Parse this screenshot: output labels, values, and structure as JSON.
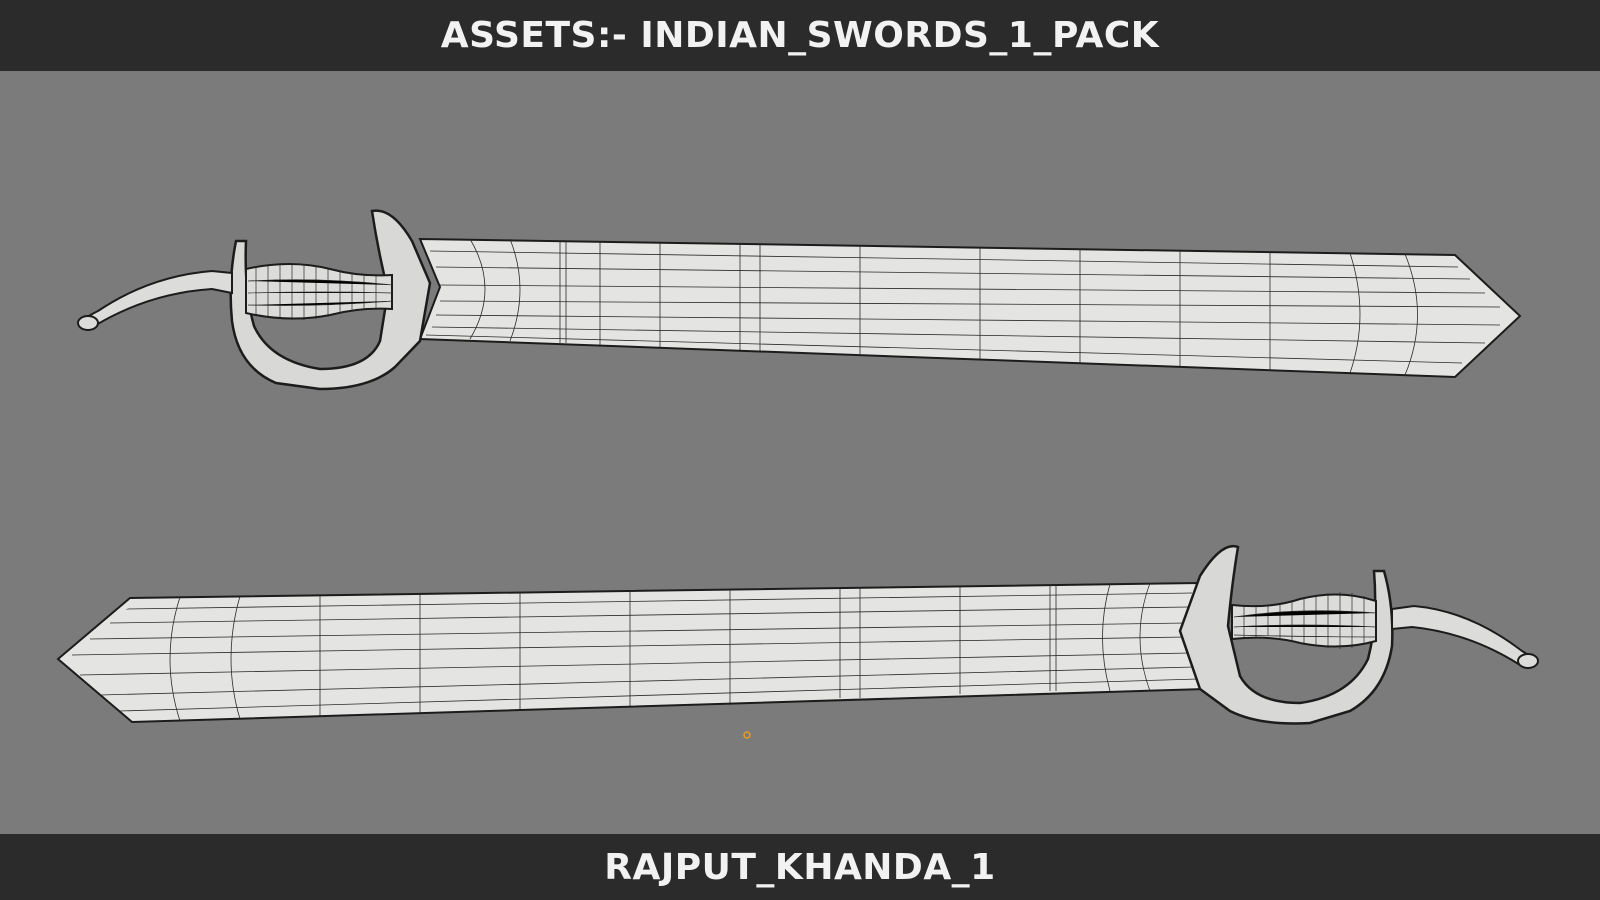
{
  "header": {
    "title": "ASSETS:- INDIAN_SWORDS_1_PACK"
  },
  "footer": {
    "caption": "RAJPUT_KHANDA_1"
  },
  "viewport": {
    "background_color": "#7b7b7b",
    "mesh_fill_color": "#e4e4e2",
    "wire_color": "#1c1c1c",
    "origin_color": "#e39a2b",
    "objects": [
      {
        "name": "rajput-khanda-sword-top",
        "icon": "sword-wireframe-icon"
      },
      {
        "name": "rajput-khanda-sword-bottom",
        "icon": "sword-wireframe-icon"
      }
    ]
  }
}
